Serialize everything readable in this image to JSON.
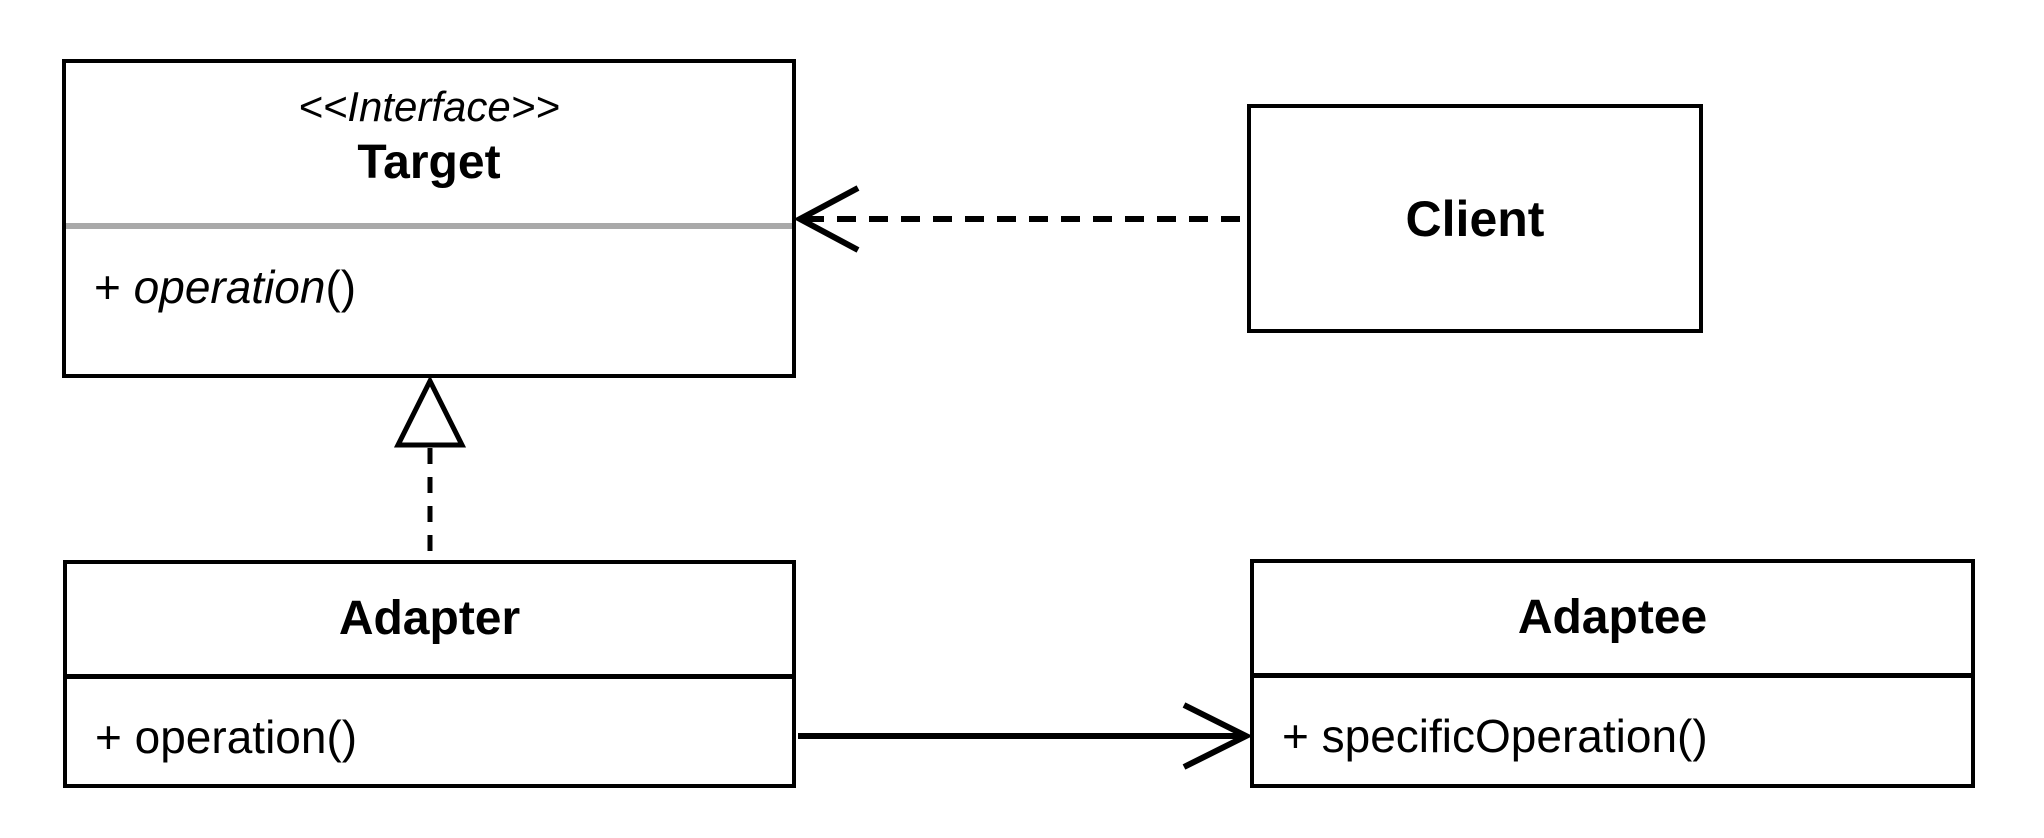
{
  "colors": {
    "background": "#ffffff",
    "stroke": "#000000",
    "interface_divider_gray": "#a9a9a9"
  },
  "classes": {
    "target": {
      "stereotype": "<<Interface>>",
      "name": "Target",
      "member_prefix": "+ ",
      "member_name": "operation",
      "member_suffix": "()"
    },
    "client": {
      "name": "Client"
    },
    "adapter": {
      "name": "Adapter",
      "member": "+ operation()"
    },
    "adaptee": {
      "name": "Adaptee",
      "member": "+ specificOperation()"
    }
  },
  "relationships": [
    {
      "type": "dependency",
      "from": "Client",
      "to": "Target",
      "line": "dashed",
      "arrowhead": "open"
    },
    {
      "type": "realization",
      "from": "Adapter",
      "to": "Target",
      "line": "dashed",
      "arrowhead": "hollow-triangle"
    },
    {
      "type": "association",
      "from": "Adapter",
      "to": "Adaptee",
      "line": "solid",
      "arrowhead": "open"
    }
  ]
}
